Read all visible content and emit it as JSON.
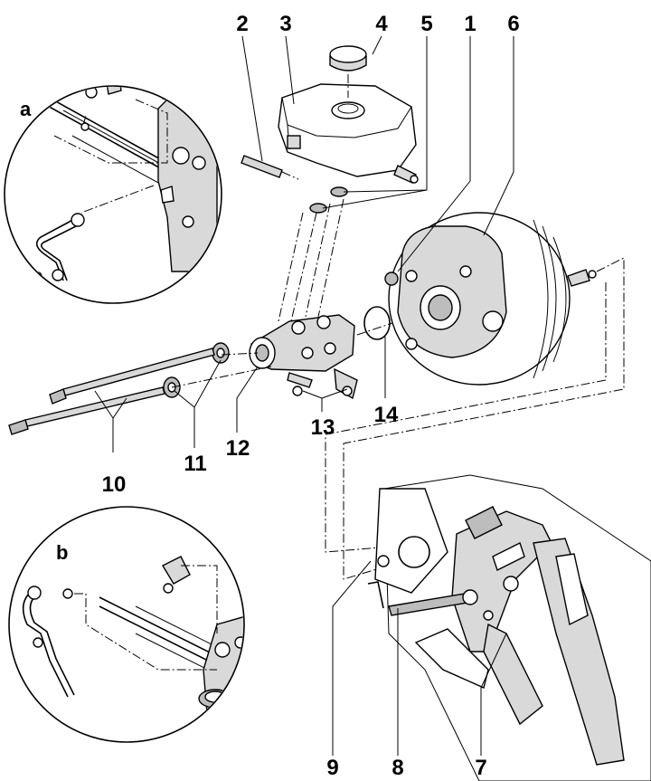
{
  "callouts": {
    "n1": "1",
    "n2": "2",
    "n3": "3",
    "n4": "4",
    "n5": "5",
    "n6": "6",
    "n7": "7",
    "n8": "8",
    "n9": "9",
    "n10": "10",
    "n11": "11",
    "n12": "12",
    "n13": "13",
    "n14": "14"
  },
  "insets": {
    "a": "a",
    "b": "b"
  },
  "colors": {
    "ink": "#000000",
    "shade": "#d9d9d9",
    "background": "#ffffff"
  }
}
